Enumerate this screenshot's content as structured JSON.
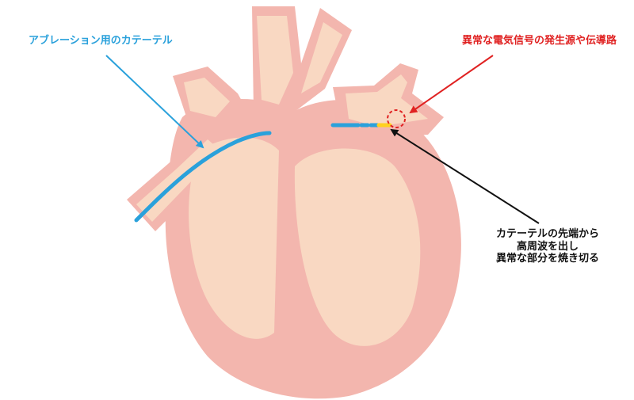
{
  "labels": {
    "catheter": "アブレーション用のカテーテル",
    "abnormal_source": "異常な電気信号の発生源や伝導路",
    "tip_description": [
      "カテーテルの先端から",
      "高周波を出し",
      "異常な部分を焼き切る"
    ]
  },
  "colors": {
    "heart_outer": "#f3b6ae",
    "heart_inner": "#f9d8c2",
    "catheter": "#2aa1db",
    "catheter_tip": "#ffd11f",
    "callout_blue": "#2aa1db",
    "callout_red": "#e02222",
    "callout_black": "#111111",
    "background": "#ffffff"
  }
}
